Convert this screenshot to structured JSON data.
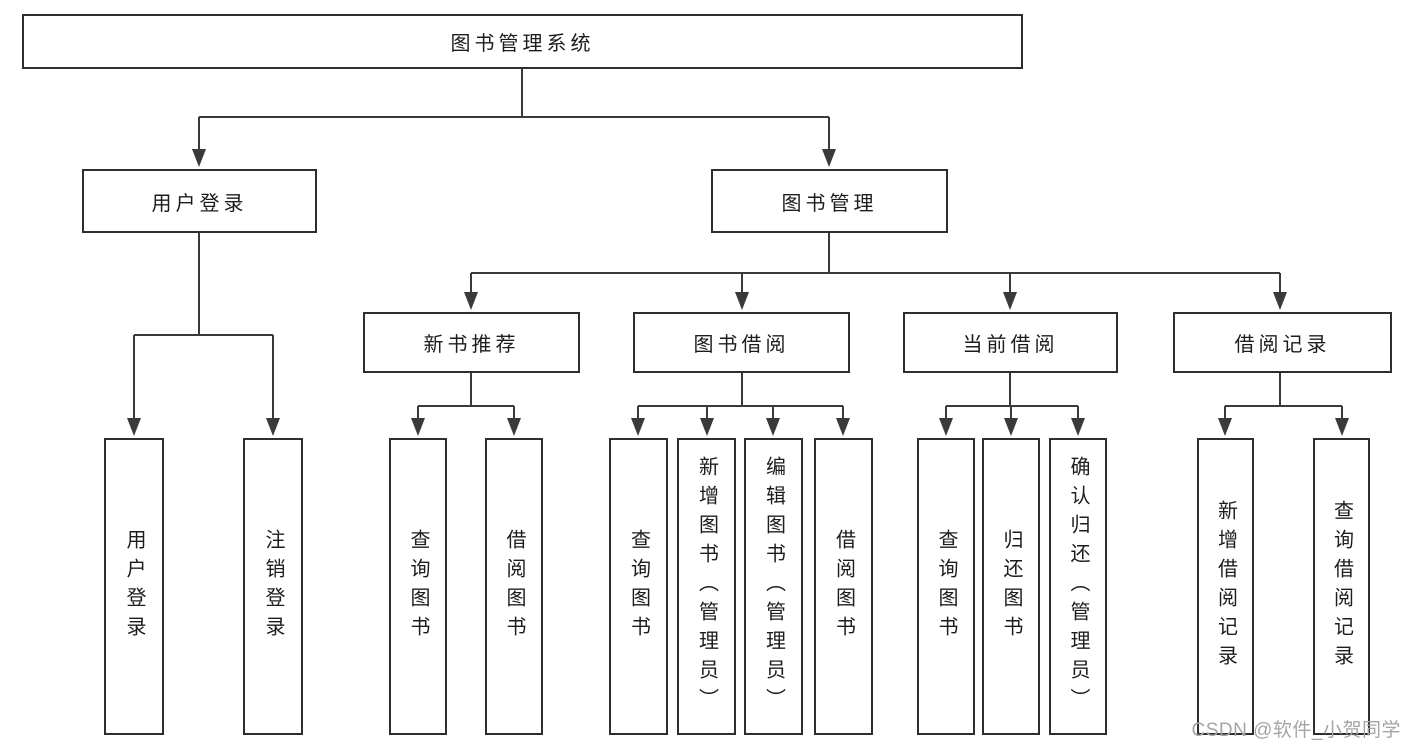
{
  "diagram": {
    "root": {
      "label": "图书管理系统"
    },
    "level2": [
      {
        "label": "用户登录"
      },
      {
        "label": "图书管理"
      }
    ],
    "level3": [
      {
        "label": "新书推荐"
      },
      {
        "label": "图书借阅"
      },
      {
        "label": "当前借阅"
      },
      {
        "label": "借阅记录"
      }
    ],
    "leaves": {
      "user_login": [
        "用户登录",
        "注销登录"
      ],
      "new_books": [
        "查询图书",
        "借阅图书"
      ],
      "book_borrow": [
        "查询图书",
        "新增图书（管理员）",
        "编辑图书（管理员）",
        "借阅图书"
      ],
      "current_borrow": [
        "查询图书",
        "归还图书",
        "确认归还（管理员）"
      ],
      "borrow_records": [
        "新增借阅记录",
        "查询借阅记录"
      ]
    }
  },
  "watermark": {
    "text": "CSDN @软件_小贺同学",
    "color": "#a5a5a5"
  },
  "colors": {
    "background": "#ffffff",
    "box_border": "#2e2e2e",
    "line": "#3a3a3a",
    "text": "#1d1d1d"
  }
}
